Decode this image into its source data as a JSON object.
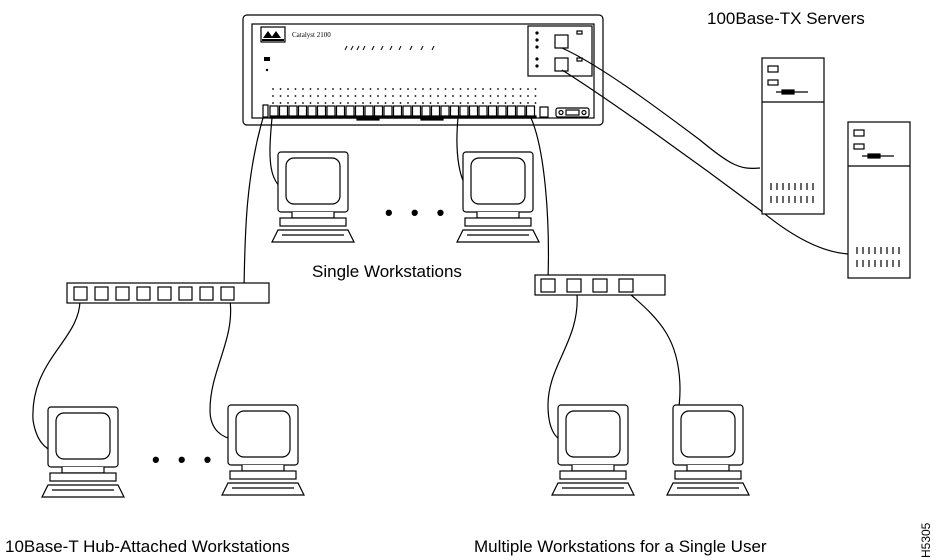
{
  "labels": {
    "servers": "100Base-TX Servers",
    "single_workstations": "Single Workstations",
    "hub_workstations": "10Base-T Hub-Attached Workstations",
    "multiple_workstations": "Multiple Workstations for a Single User",
    "figure_id": "H5305"
  },
  "switch": {
    "model": "Catalyst 2100",
    "logo": "cisco-logo"
  },
  "ellipses": {
    "single": "• • •",
    "hub": "• • •"
  }
}
